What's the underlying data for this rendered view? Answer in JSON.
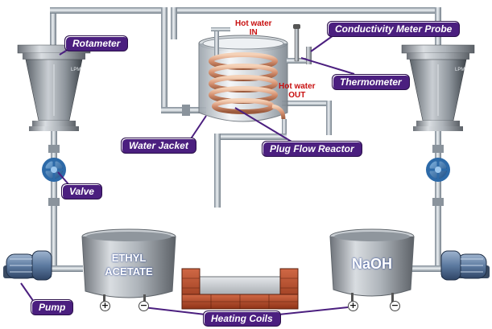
{
  "labels": {
    "rotameter": "Rotameter",
    "valve": "Valve",
    "pump": "Pump",
    "water_jacket": "Water Jacket",
    "plug_flow_reactor": "Plug Flow Reactor",
    "conductivity_probe": "Conductivity Meter Probe",
    "thermometer": "Thermometer",
    "heating_coils": "Heating Coils"
  },
  "water": {
    "in_line1": "Hot water",
    "in_line2": "IN",
    "out_line1": "Hot water",
    "out_line2": "OUT"
  },
  "tanks": {
    "left_line1": "ETHYL",
    "left_line2": "ACETATE",
    "right": "NaOH"
  },
  "rotameter_scale": "LPM",
  "terminals": {
    "plus": "+",
    "minus": "−"
  },
  "colors": {
    "label_bg": "#4b1f7f",
    "hot_water_text": "#c81010",
    "pipe": "#b8c2cc"
  }
}
